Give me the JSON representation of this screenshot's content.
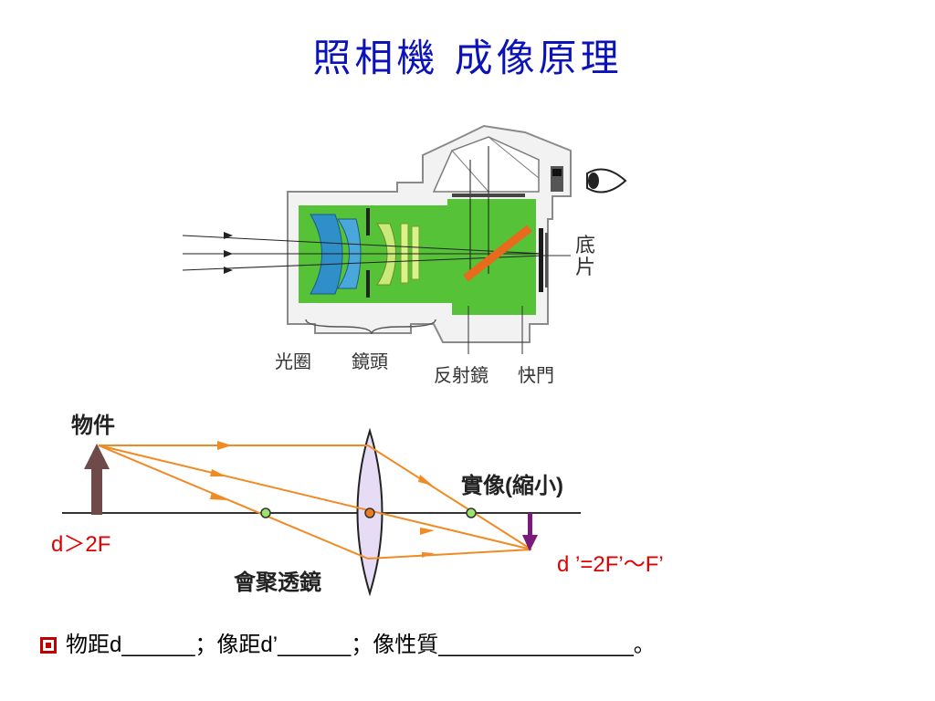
{
  "title": "照相機 成像原理",
  "camera": {
    "labels": {
      "aperture": "光圈",
      "lens": "鏡頭",
      "mirror": "反射鏡",
      "shutter": "快門",
      "film": "底片"
    },
    "colors": {
      "body_outline": "#8a8a8a",
      "body_fill": "#f2f2f2",
      "interior": "#56c238",
      "lens_blue": "#2e8fc9",
      "lens_pale": "#d9f28a",
      "mirror": "#e86a1c"
    }
  },
  "diagram": {
    "object_label": "物件",
    "image_label": "實像(縮小)",
    "lens_label": "會聚透鏡",
    "object_distance": "d＞2F",
    "image_distance": "d ’=2F’～F’",
    "colors": {
      "ray": "#f08a24",
      "object_arrow": "#6e4a4a",
      "image_arrow": "#7a1a7a",
      "lens_fill": "#e6dcf5",
      "focal_point": "#9be36a",
      "center_point": "#f07a20",
      "red_text": "#e00000"
    }
  },
  "question": {
    "text": "物距d______；像距d’______；像性質________________。",
    "bullet_color": "#c00000"
  }
}
